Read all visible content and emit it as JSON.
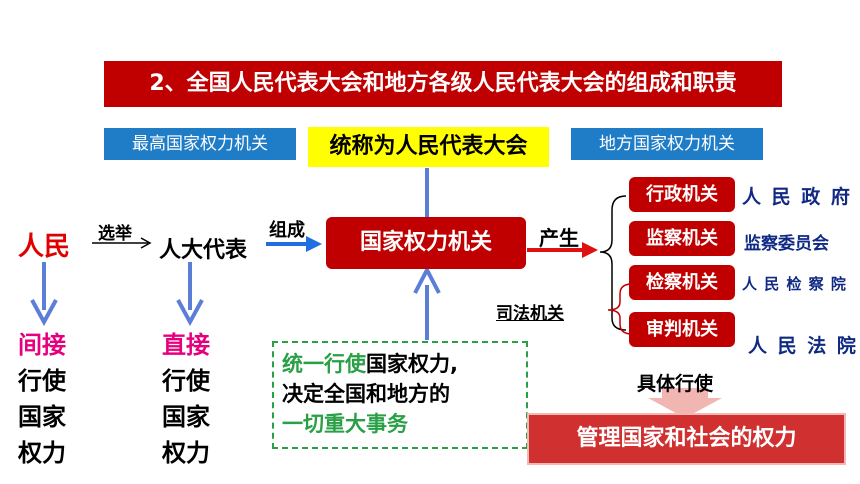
{
  "title": "2、全国人民代表大会和地方各级人民代表大会的组成和职责",
  "top_boxes": {
    "highest": "最高国家权力机关",
    "collective": "统称为人民代表大会",
    "local": "地方国家权力机关"
  },
  "flow": {
    "people": "人民",
    "elect": "选举",
    "deputies": "人大代表",
    "compose": "组成",
    "state_organ": "国家权力机关",
    "produce": "产生",
    "judicial": "司法机关"
  },
  "organs": [
    {
      "box": "行政机关",
      "name": "人 民 政 府"
    },
    {
      "box": "监察机关",
      "name": "监察委员会"
    },
    {
      "box": "检察机关",
      "name": "人 民 检 察 院"
    },
    {
      "box": "审判机关",
      "name": "人 民 法 院"
    }
  ],
  "people_col": {
    "l1": "间接",
    "l2": "行使",
    "l3": "国家",
    "l4": "权力"
  },
  "deputy_col": {
    "l1": "直接",
    "l2": "行使",
    "l3": "国家",
    "l4": "权力"
  },
  "unified": {
    "green1": "统一行使",
    "black1": "国家权力,",
    "line2": "决定全国和地方的",
    "line3": "一切重大事务"
  },
  "exercise": "具体行使",
  "manage": "管理国家和社会的权力",
  "colors": {
    "red": "#c00000",
    "blue": "#1f7dc8",
    "yellow": "#ffff00",
    "green": "#2aa046",
    "pink": "#e6007e"
  }
}
